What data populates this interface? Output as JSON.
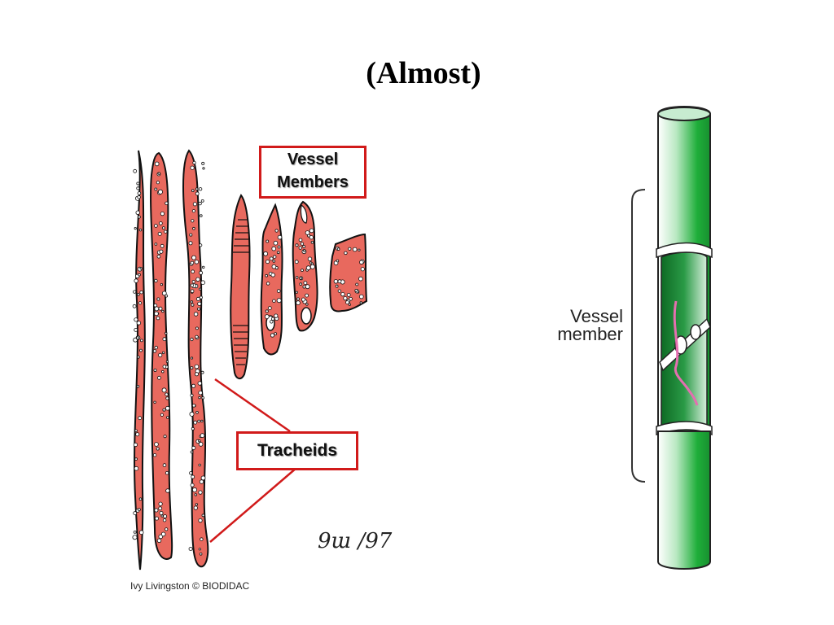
{
  "title": "(Almost)",
  "left_figure": {
    "vessel_members_label": [
      "Vessel",
      "Members"
    ],
    "tracheids_label": "Tracheids",
    "signature": "9ɯ /97",
    "credit": "Ivy Livingston © BIODIDAC",
    "colors": {
      "cell_fill": "#e8695e",
      "outline": "#111111",
      "callout": "#d11a1a"
    }
  },
  "right_figure": {
    "label": [
      "Vessel",
      "member"
    ],
    "colors": {
      "tube_green": "#1fae3a",
      "tube_light": "#ffffff",
      "pink_strand": "#e46fb0",
      "bracket": "#333333"
    }
  }
}
